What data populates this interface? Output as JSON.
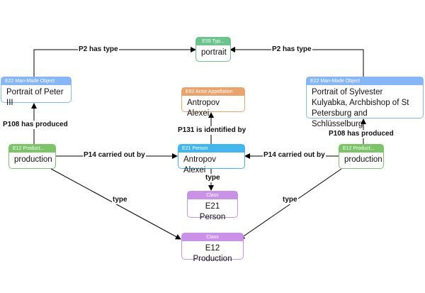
{
  "colors": {
    "e55": "#6cc38e",
    "e22": "#86b6f3",
    "e82": "#eaa36c",
    "e21": "#43b6ee",
    "e12": "#7cc36a",
    "class": "#c992e6",
    "edge": "#000000"
  },
  "nodes": {
    "portrait_type": {
      "type": "E55 Typ...",
      "label": "portrait"
    },
    "obj_peter": {
      "type": "E22 Man-Made Object",
      "label": "Portrait of Peter III"
    },
    "obj_sylvester": {
      "type": "E22 Man-Made Object",
      "label": "Portrait of Sylvester Kulyabka, Archbishop of St Petersburg and Schlüsselburg"
    },
    "appellation": {
      "type": "E82 Actor Appellation",
      "label": "Antropov Alexei"
    },
    "person": {
      "type": "E21 Person",
      "label": "Antropov Alexei"
    },
    "prod_left": {
      "type": "E12 Product...",
      "label": "production"
    },
    "prod_right": {
      "type": "E12 Product...",
      "label": "production"
    },
    "class_e21": {
      "type": "Class",
      "label": "E21 Person"
    },
    "class_e12": {
      "type": "Class",
      "label": "E12 Production"
    }
  },
  "edges": {
    "p2_left": "P2 has type",
    "p2_right": "P2 has type",
    "p108_left": "P108 has produced",
    "p108_right": "P108 has produced",
    "p131": "P131 is identified by",
    "p14_left": "P14 carried out by",
    "p14_right": "P14 carried out by",
    "type_person": "type",
    "type_left": "type",
    "type_right": "type"
  }
}
